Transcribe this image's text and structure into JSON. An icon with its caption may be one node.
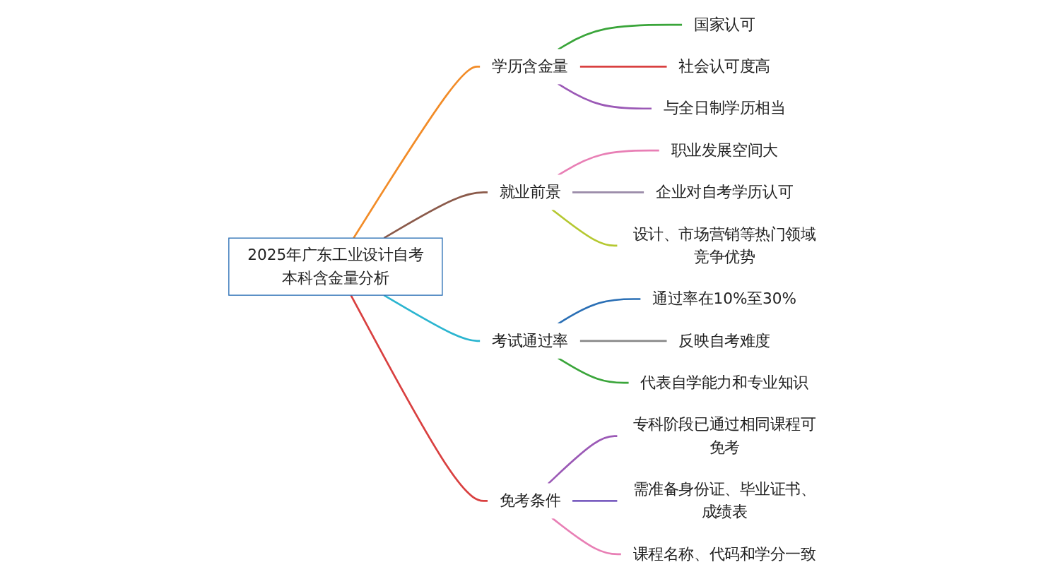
{
  "diagram": {
    "nodes": [
      {
        "text": [
          "2025年广东工业设计自考本科含金量分析"
        ]
      },
      {
        "text": [
          "学历含金量"
        ]
      },
      {
        "text": [
          "国家认可"
        ]
      },
      {
        "text": [
          "社会认可度高"
        ]
      },
      {
        "text": [
          "与全日制学历相当"
        ]
      },
      {
        "text": [
          "就业前景"
        ]
      },
      {
        "text": [
          "职业发展空间大"
        ]
      },
      {
        "text": [
          "企业对自考学历认可"
        ]
      },
      {
        "text": [
          "设计、市场营销等热门领域竞争优势"
        ]
      },
      {
        "text": [
          "考试通过率"
        ]
      },
      {
        "text": [
          "通过率在10%至30%"
        ]
      },
      {
        "text": [
          "反映自考难度"
        ]
      },
      {
        "text": [
          "代表自学能力和专业知识"
        ]
      },
      {
        "text": [
          "免考条件"
        ]
      },
      {
        "text": [
          "专科阶段已通过相同课程可免考"
        ]
      },
      {
        "text": [
          "需准备身份证、毕业证书、成绩表"
        ]
      },
      {
        "text": [
          "课程名称、代码和学分一致"
        ]
      }
    ],
    "edges": [
      {
        "from": 0,
        "to": 1,
        "arrow": "none",
        "color": "#f28c28"
      },
      {
        "from": 1,
        "to": 2,
        "arrow": "none",
        "color": "#3aa53a"
      },
      {
        "from": 1,
        "to": 3,
        "arrow": "none",
        "color": "#d94040"
      },
      {
        "from": 1,
        "to": 4,
        "arrow": "none",
        "color": "#9b59b6"
      },
      {
        "from": 0,
        "to": 5,
        "arrow": "none",
        "color": "#8b5a4a"
      },
      {
        "from": 5,
        "to": 6,
        "arrow": "none",
        "color": "#e87fb5"
      },
      {
        "from": 5,
        "to": 7,
        "arrow": "none",
        "color": "#9a8aa8"
      },
      {
        "from": 5,
        "to": 8,
        "arrow": "none",
        "color": "#b5c830"
      },
      {
        "from": 0,
        "to": 9,
        "arrow": "none",
        "color": "#2bb5d0"
      },
      {
        "from": 9,
        "to": 10,
        "arrow": "none",
        "color": "#2a6fb5"
      },
      {
        "from": 9,
        "to": 11,
        "arrow": "none",
        "color": "#888888"
      },
      {
        "from": 9,
        "to": 12,
        "arrow": "none",
        "color": "#3aa53a"
      },
      {
        "from": 0,
        "to": 13,
        "arrow": "none",
        "color": "#d94040"
      },
      {
        "from": 13,
        "to": 14,
        "arrow": "none",
        "color": "#9b59b6"
      },
      {
        "from": 13,
        "to": 15,
        "arrow": "none",
        "color": "#7b5fc0"
      },
      {
        "from": 13,
        "to": 16,
        "arrow": "none",
        "color": "#e87fb5"
      }
    ]
  }
}
